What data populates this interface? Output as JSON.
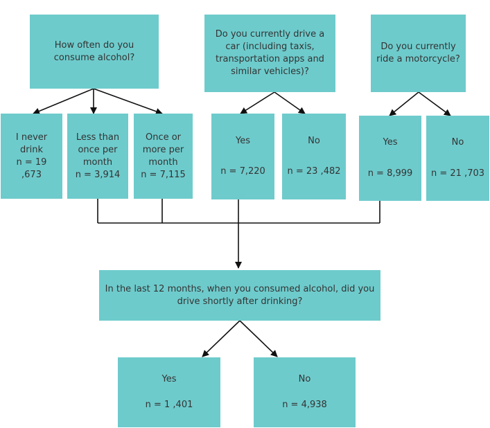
{
  "questions": {
    "alcohol": "How often do you\nconsume alcohol?",
    "car": "Do you currently drive a\ncar (including taxis,\ntransportation apps and\nsimilar vehicles)?",
    "motorcycle": "Do you currently\nride a motorcycle?",
    "drink_drive": "In the last 12 months, when you consumed alcohol, did you\ndrive shortly after drinking?"
  },
  "alcohol_options": [
    {
      "label": "I never\ndrink",
      "n": "n = 19 ,673"
    },
    {
      "label": "Less than\nonce per\nmonth",
      "n": "n = 3,914"
    },
    {
      "label": "Once or\nmore per\nmonth",
      "n": "n = 7,115"
    }
  ],
  "car_options": [
    {
      "label": "Yes",
      "n": "n = 7,220"
    },
    {
      "label": "No",
      "n": "n = 23 ,482"
    }
  ],
  "motorcycle_options": [
    {
      "label": "Yes",
      "n": "n = 8,999"
    },
    {
      "label": "No",
      "n": "n = 21 ,703"
    }
  ],
  "outcome_options": [
    {
      "label": "Yes",
      "n": "n = 1 ,401"
    },
    {
      "label": "No",
      "n": "n = 4,938"
    }
  ],
  "colors": {
    "box": "#6ecbcc",
    "line": "#111111"
  }
}
